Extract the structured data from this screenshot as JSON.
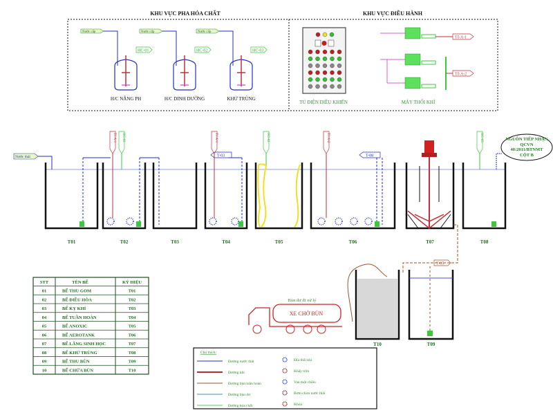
{
  "chemical_area": {
    "title": "KHU VỰC PHA HÓA CHẤT",
    "water_supply_tag": "Nước cấp",
    "tanks": [
      {
        "tag": "HC-01",
        "label": "H/C NÂNG PH"
      },
      {
        "tag": "HC-02",
        "label": "H/C DINH DƯỠNG"
      },
      {
        "tag": "HC-03",
        "label": "KHỬ TRÙNG"
      }
    ]
  },
  "control_area": {
    "title": "KHU VỰC ĐIỀU HÀNH",
    "panel_label": "TỦ ĐIỆN ĐIỀU KHIỂN",
    "blower_label": "MÁY THỔI KHÍ",
    "blower_tags": [
      "Tổ A-1",
      "Tổ A-2"
    ]
  },
  "process": {
    "inlet_tag": "Nước thải",
    "air_tags": [
      "Tổ A-1",
      "Tổ A-1",
      "Tổ A-2"
    ],
    "chem_tags": [
      "HC-01",
      "HC-02",
      "HC-03"
    ],
    "flow_tags": [
      "T-03",
      "T-05",
      "T-08"
    ],
    "discharge": "NGUỒN TIẾP NHẬN QCVN 40:2011/BTNMT CỘT B",
    "tanks": [
      "T01",
      "T02",
      "T03",
      "T04",
      "T05",
      "T06",
      "T07",
      "T08",
      "T09",
      "T10"
    ]
  },
  "truck": {
    "caption": "Bùn dư đi xử lý",
    "label": "XE CHỞ BÙN"
  },
  "table": {
    "headers": [
      "STT",
      "TÊN BỂ",
      "KÝ HIỆU"
    ],
    "rows": [
      [
        "01",
        "BỂ THU GOM",
        "T01"
      ],
      [
        "02",
        "BỂ ĐIỀU HÒA",
        "T02"
      ],
      [
        "03",
        "BỂ KỴ KHÍ",
        "T03"
      ],
      [
        "04",
        "BỂ TUẦN HOÀN",
        "T04"
      ],
      [
        "05",
        "BỂ ANOXIC",
        "T05"
      ],
      [
        "06",
        "BỂ AEROTANK",
        "T06"
      ],
      [
        "07",
        "BỂ LẮNG SINH HỌC",
        "T07"
      ],
      [
        "08",
        "BỂ KHỬ TRÙNG",
        "T08"
      ],
      [
        "09",
        "BỂ THU BÙN",
        "T09"
      ],
      [
        "10",
        "BỂ CHỨA BÙN",
        "T10"
      ]
    ]
  },
  "legend": {
    "title": "Chú thích:",
    "lines": [
      {
        "label": "Đường nước thải",
        "color": "#1f2fbf"
      },
      {
        "label": "Đường khí",
        "color": "#b03030"
      },
      {
        "label": "Đường bùn tuần hoàn",
        "color": "#a0522d"
      },
      {
        "label": "Đường bùn dư",
        "color": "#3a8fd0"
      },
      {
        "label": "Đường hóa chất",
        "color": "#55d055"
      }
    ],
    "symbols": [
      {
        "label": "Đĩa thổi khí",
        "icon": "air-diffuser"
      },
      {
        "label": "Khấy trộn",
        "icon": "mixer"
      },
      {
        "label": "Van một chiều",
        "icon": "check-valve"
      },
      {
        "label": "Bơm chìm nước thải",
        "icon": "submersible-pump"
      },
      {
        "label": "Khóa",
        "icon": "lock-valve"
      }
    ]
  },
  "colors": {
    "wastewater": "#1f2fbf",
    "air": "#c0392b",
    "chemical": "#3cc83c",
    "text_green": "#1e6e1e",
    "yellow_media": "#f0e020"
  }
}
